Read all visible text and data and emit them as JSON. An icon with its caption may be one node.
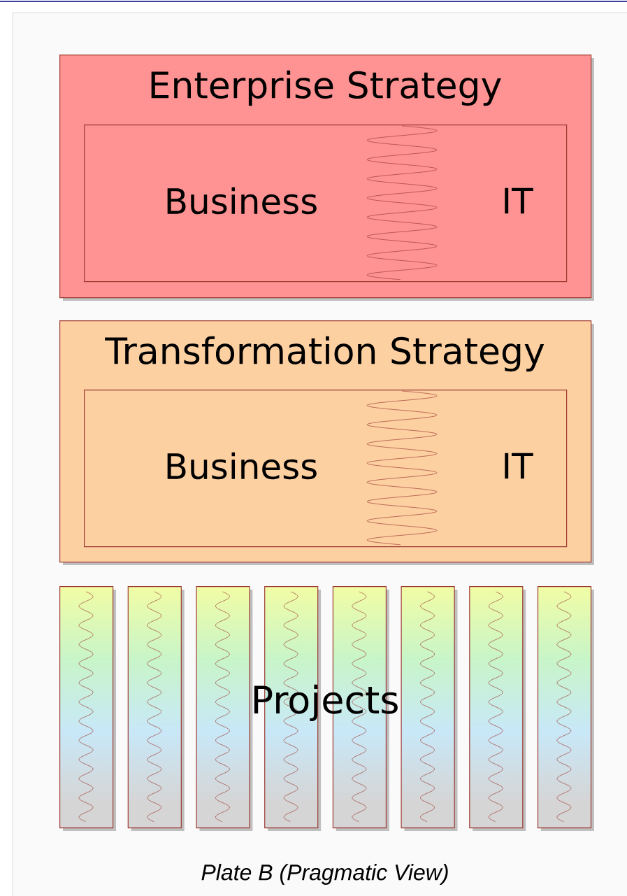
{
  "diagram": {
    "caption": "Plate B (Pragmatic View)",
    "nodes": [
      {
        "text": [
          "Enterprise Strategy"
        ]
      },
      {
        "text": [
          "Business",
          "IT"
        ],
        "in": 0
      },
      {
        "text": [
          "Transformation Strategy"
        ]
      },
      {
        "text": [
          "Business",
          "IT"
        ],
        "in": 2
      },
      {
        "text": [],
        "shape": "bar"
      },
      {
        "text": [],
        "shape": "bar"
      },
      {
        "text": [],
        "shape": "bar"
      },
      {
        "text": [],
        "shape": "bar"
      },
      {
        "text": [],
        "shape": "bar"
      },
      {
        "text": [],
        "shape": "bar"
      },
      {
        "text": [],
        "shape": "bar"
      },
      {
        "text": [],
        "shape": "bar"
      }
    ],
    "labels": [
      "Projects"
    ]
  }
}
